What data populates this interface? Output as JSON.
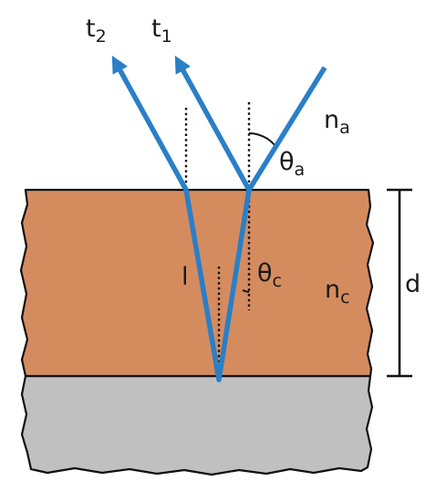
{
  "labels": {
    "t2": {
      "base": "t",
      "sub": "2"
    },
    "t1": {
      "base": "t",
      "sub": "1"
    },
    "na": {
      "base": "n",
      "sub": "a"
    },
    "theta_a": {
      "base": "θ",
      "sub": "a"
    },
    "theta_c": {
      "base": "θ",
      "sub": "c"
    },
    "nc": {
      "base": "n",
      "sub": "c"
    },
    "l": "l",
    "d": "d"
  },
  "colors": {
    "film": "#d48c5f",
    "substrate": "#c0c0c0",
    "ray": "#2a7fc7",
    "outline": "#111111"
  }
}
